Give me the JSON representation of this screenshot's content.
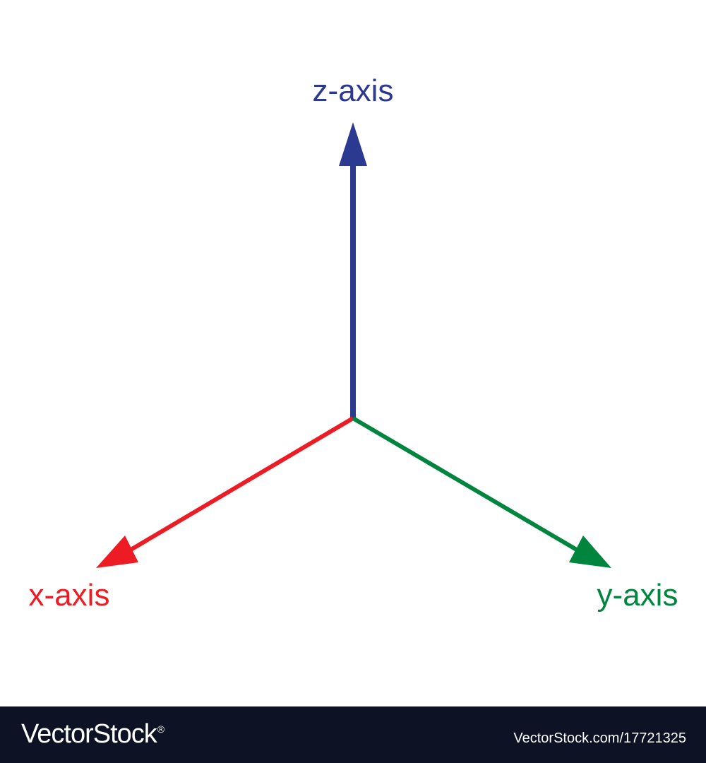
{
  "diagram": {
    "axes": [
      {
        "id": "z",
        "label": "z-axis",
        "color": "#2b3990",
        "direction": "up"
      },
      {
        "id": "x",
        "label": "x-axis",
        "color": "#ed1c24",
        "direction": "down-left"
      },
      {
        "id": "y",
        "label": "y-axis",
        "color": "#00853f",
        "direction": "down-right"
      }
    ]
  },
  "footer": {
    "brand": "VectorStock",
    "brand_mark": "®",
    "image_id": "VectorStock.com/17721325",
    "background": "#0d1224"
  }
}
